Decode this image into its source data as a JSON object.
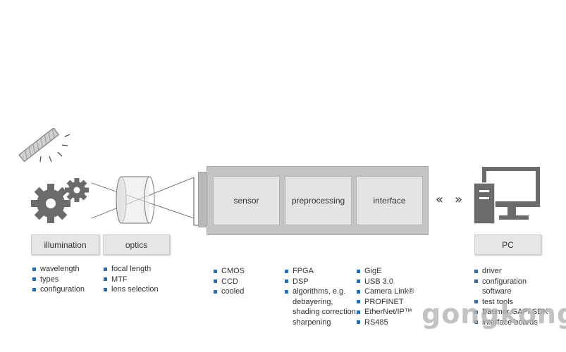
{
  "labels": {
    "illumination": "illumination",
    "optics": "optics",
    "pc": "PC"
  },
  "camera": {
    "modules": [
      "sensor",
      "preprocessing",
      "interface"
    ]
  },
  "lists": {
    "illumination": [
      "wavelength",
      "types",
      "configuration"
    ],
    "optics": [
      "focal length",
      "MTF",
      "lens selection"
    ],
    "sensor": [
      "CMOS",
      "CCD",
      "cooled"
    ],
    "preprocessing": [
      {
        "text": "FPGA",
        "bullet": true
      },
      {
        "text": "DSP",
        "bullet": true
      },
      {
        "text": "algorithms, e.g.",
        "bullet": true
      },
      {
        "text": "debayering,",
        "bullet": false
      },
      {
        "text": "shading correction,",
        "bullet": false
      },
      {
        "text": "sharpening",
        "bullet": false
      }
    ],
    "interface": [
      "GigE",
      "USB 3.0",
      "Camera Link®",
      "PROFINET",
      "EtherNet/IP™",
      "RS485"
    ],
    "pc": [
      {
        "text": "driver",
        "bullet": true
      },
      {
        "text": "configuration",
        "bullet": true
      },
      {
        "text": "software",
        "bullet": false
      },
      {
        "text": "test tools",
        "bullet": true
      },
      {
        "text": "Baumer GAPI SDK",
        "bullet": true
      },
      {
        "text": "interface boards",
        "bullet": true
      }
    ]
  },
  "arrows": {
    "left": "«",
    "right": "»"
  },
  "watermark": "gongkong",
  "colors": {
    "bullet": "#2a6db0",
    "box": "#e6e6e6",
    "camera": "#c4c4c4",
    "icon": "#6b6b6b"
  }
}
